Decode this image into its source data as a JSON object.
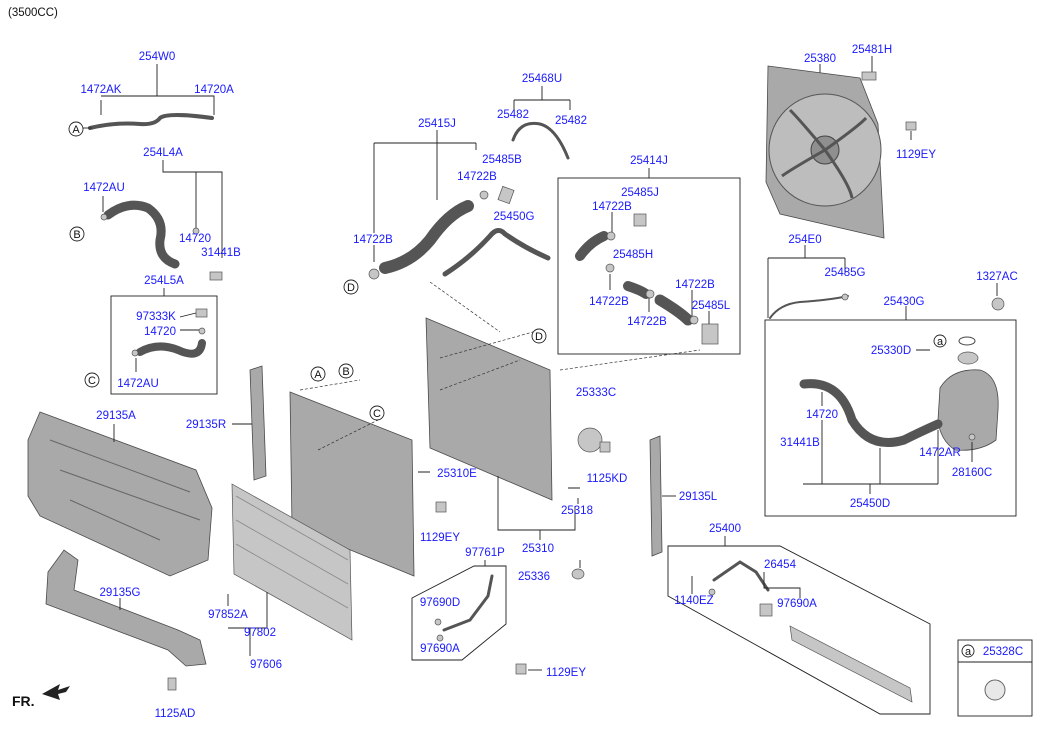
{
  "header": {
    "engine_spec": "(3500CC)"
  },
  "orientation_label": "FR.",
  "callout_letters": [
    "A",
    "B",
    "C",
    "D",
    "a"
  ],
  "labels": {
    "l254W0": "254W0",
    "l1472AK": "1472AK",
    "l14720A": "14720A",
    "l254L4A": "254L4A",
    "l1472AU_top": "1472AU",
    "l14720_mid": "14720",
    "l31441B_top": "31441B",
    "l254L5A": "254L5A",
    "l97333K": "97333K",
    "l14720_box": "14720",
    "l1472AU_box": "1472AU",
    "l25468U": "25468U",
    "l25482_l": "25482",
    "l25482_r": "25482",
    "l25415J": "25415J",
    "l25485B": "25485B",
    "l14722B_a": "14722B",
    "l25450G": "25450G",
    "l14722B_b": "14722B",
    "l25414J": "25414J",
    "l25485J": "25485J",
    "l14722B_c": "14722B",
    "l25485H": "25485H",
    "l14722B_d": "14722B",
    "l14722B_e": "14722B",
    "l14722B_f": "14722B",
    "l25485L": "25485L",
    "l25380": "25380",
    "l25481H": "25481H",
    "l1129EY_fan": "1129EY",
    "l254E0": "254E0",
    "l25485G": "25485G",
    "l1327AC": "1327AC",
    "l25430G": "25430G",
    "l25330D": "25330D",
    "l14720_res": "14720",
    "l31441B_res": "31441B",
    "l1472AR": "1472AR",
    "l28160C": "28160C",
    "l25450D": "25450D",
    "l29135A": "29135A",
    "l29135R": "29135R",
    "l25310E": "25310E",
    "l1129EY_mid": "1129EY",
    "l25333C": "25333C",
    "l1125KD": "1125KD",
    "l25318": "25318",
    "l29135L": "29135L",
    "l25310": "25310",
    "l25336": "25336",
    "l29135G": "29135G",
    "l97852A": "97852A",
    "l97802": "97802",
    "l97606": "97606",
    "l97761P": "97761P",
    "l97690D": "97690D",
    "l97690A_l": "97690A",
    "l1129EY_bot": "1129EY",
    "l25400": "25400",
    "l26454": "26454",
    "l1140EZ": "1140EZ",
    "l97690A_r": "97690A",
    "l1125AD": "1125AD",
    "l25328C": "25328C"
  },
  "colors": {
    "label_blue": "#1a1aff",
    "line": "#222222",
    "part_fill": "#a9a9a9"
  }
}
